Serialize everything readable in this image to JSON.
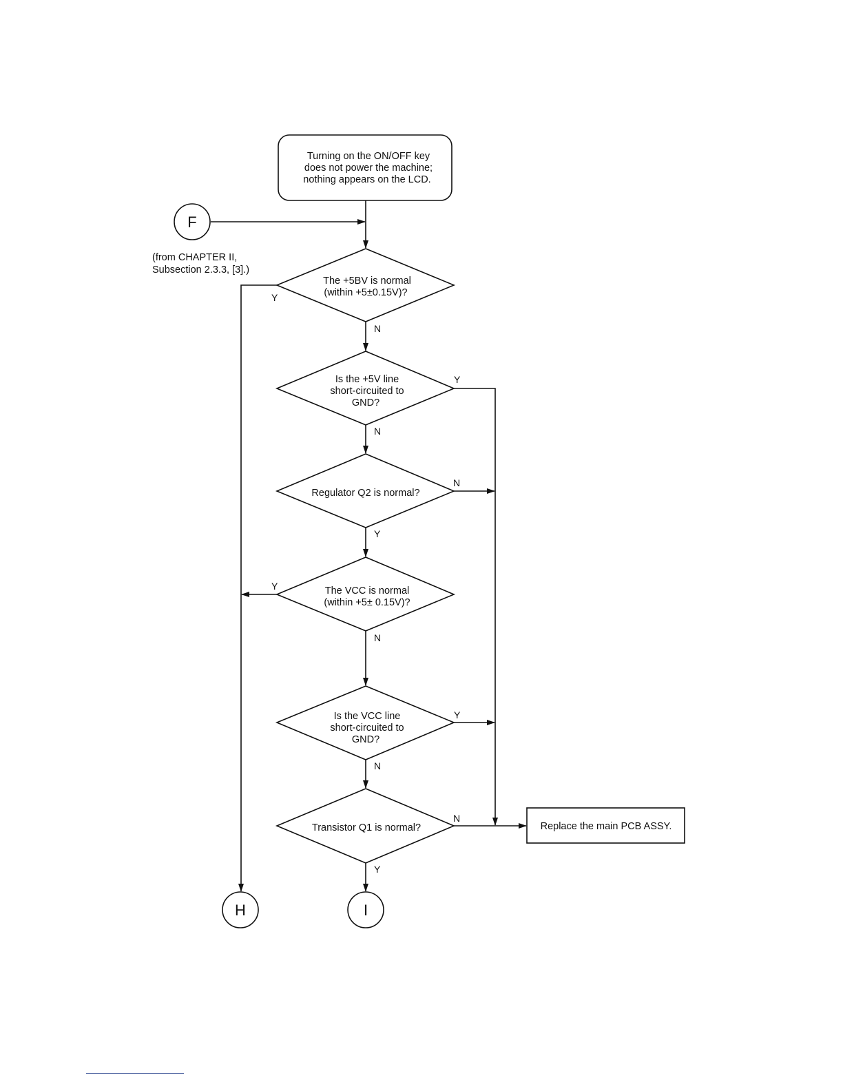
{
  "start": {
    "lines": [
      "Turning on the ON/OFF key",
      "does not power the machine;",
      "nothing appears on the LCD."
    ]
  },
  "connectors": {
    "f": "F",
    "h": "H",
    "i": "I"
  },
  "note": {
    "lines": [
      "(from CHAPTER II,",
      "Subsection 2.3.3, [3].)"
    ]
  },
  "decisions": {
    "d1": {
      "lines": [
        "The +5BV is normal",
        "(within +5±0.15V)?"
      ]
    },
    "d2": {
      "lines": [
        "Is the +5V line",
        "short-circuited to",
        "GND?"
      ]
    },
    "d3": {
      "lines": [
        "Regulator Q2 is normal?"
      ]
    },
    "d4": {
      "lines": [
        "The VCC is normal",
        "(within +5± 0.15V)?"
      ]
    },
    "d5": {
      "lines": [
        "Is the VCC line",
        "short-circuited to",
        "GND?"
      ]
    },
    "d6": {
      "lines": [
        "Transistor Q1 is normal?"
      ]
    }
  },
  "replace_box": {
    "label": "Replace the main PCB ASSY."
  },
  "branch_labels": {
    "d1_left": "Y",
    "d1_down": "N",
    "d2_right": "Y",
    "d2_down": "N",
    "d3_right": "N",
    "d3_down": "Y",
    "d4_left": "Y",
    "d4_down": "N",
    "d5_right": "Y",
    "d5_down": "N",
    "d6_right": "N",
    "d6_down": "Y"
  }
}
